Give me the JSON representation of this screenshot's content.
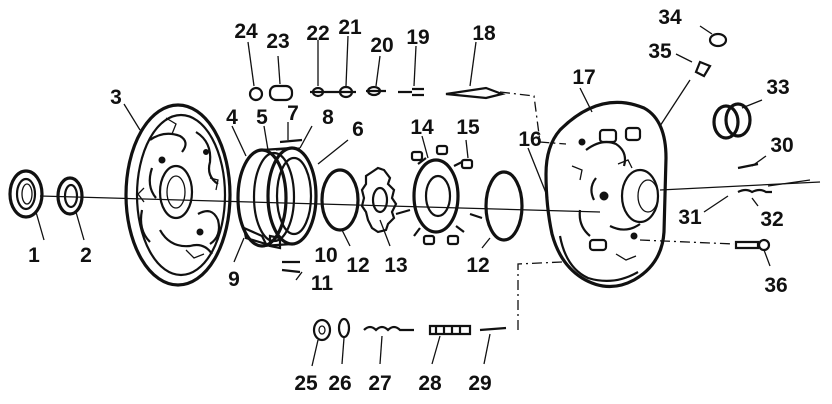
{
  "diagram": {
    "callouts": [
      {
        "id": "1",
        "label": "1"
      },
      {
        "id": "2",
        "label": "2"
      },
      {
        "id": "3",
        "label": "3"
      },
      {
        "id": "4",
        "label": "4"
      },
      {
        "id": "5",
        "label": "5"
      },
      {
        "id": "6",
        "label": "6"
      },
      {
        "id": "7",
        "label": "7"
      },
      {
        "id": "8",
        "label": "8"
      },
      {
        "id": "9",
        "label": "9"
      },
      {
        "id": "10",
        "label": "10"
      },
      {
        "id": "11",
        "label": "11"
      },
      {
        "id": "12a",
        "label": "12"
      },
      {
        "id": "12b",
        "label": "12"
      },
      {
        "id": "13",
        "label": "13"
      },
      {
        "id": "14",
        "label": "14"
      },
      {
        "id": "15",
        "label": "15"
      },
      {
        "id": "16",
        "label": "16"
      },
      {
        "id": "17",
        "label": "17"
      },
      {
        "id": "18",
        "label": "18"
      },
      {
        "id": "19",
        "label": "19"
      },
      {
        "id": "20",
        "label": "20"
      },
      {
        "id": "21",
        "label": "21"
      },
      {
        "id": "22",
        "label": "22"
      },
      {
        "id": "23",
        "label": "23"
      },
      {
        "id": "24",
        "label": "24"
      },
      {
        "id": "25",
        "label": "25"
      },
      {
        "id": "26",
        "label": "26"
      },
      {
        "id": "27",
        "label": "27"
      },
      {
        "id": "28",
        "label": "28"
      },
      {
        "id": "29",
        "label": "29"
      },
      {
        "id": "30",
        "label": "30"
      },
      {
        "id": "31",
        "label": "31"
      },
      {
        "id": "32",
        "label": "32"
      },
      {
        "id": "33",
        "label": "33"
      },
      {
        "id": "34",
        "label": "34"
      },
      {
        "id": "35",
        "label": "35"
      },
      {
        "id": "36",
        "label": "36"
      }
    ]
  }
}
